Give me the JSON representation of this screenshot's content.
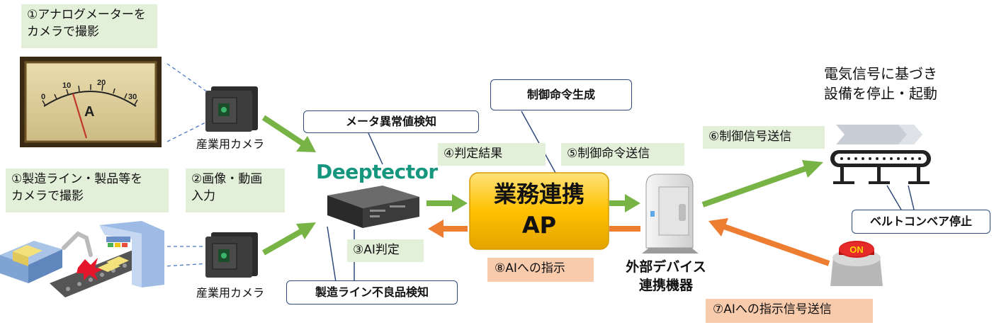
{
  "labels": {
    "analog_capture": [
      "①アナログメーターを",
      "カメラで撮影"
    ],
    "line_capture": [
      "①製造ライン・製品等を",
      "カメラで撮影"
    ],
    "image_input": [
      "②画像・動画",
      "入力"
    ],
    "ai_judge": "③AI判定",
    "judge_result": "④判定結果",
    "cmd_send": "⑤制御命令送信",
    "ctrl_signal": "⑥制御信号送信",
    "ai_instruct_signal": "⑦AIへの指示信号送信",
    "ai_instruct": "⑧AIへの指示"
  },
  "callouts": {
    "meter_anomaly": "メータ異常値検知",
    "cmd_generate": "制御命令生成",
    "line_defect": "製造ライン不良品検知",
    "belt_stop": "ベルトコンベア停止"
  },
  "captions": {
    "camera_top": "産業用カメラ",
    "camera_bottom": "産業用カメラ",
    "external_device": [
      "外部デバイス",
      "連携機器"
    ],
    "equipment": [
      "電気信号に基づき",
      "設備を停止・起動"
    ]
  },
  "center_box": [
    "業務連携",
    "AP"
  ],
  "brand": {
    "name": "Deeptector",
    "mark": "®"
  },
  "meter": {
    "ticks": [
      "0",
      "10",
      "20",
      "30"
    ],
    "unit": "A"
  },
  "button_text": "ON",
  "colors": {
    "green_arrow": "#77b345",
    "orange_arrow": "#ed7d31",
    "ap_yellow": "#ffc000",
    "brand_teal": "#16967f",
    "callout_border": "#2f4a7a"
  }
}
